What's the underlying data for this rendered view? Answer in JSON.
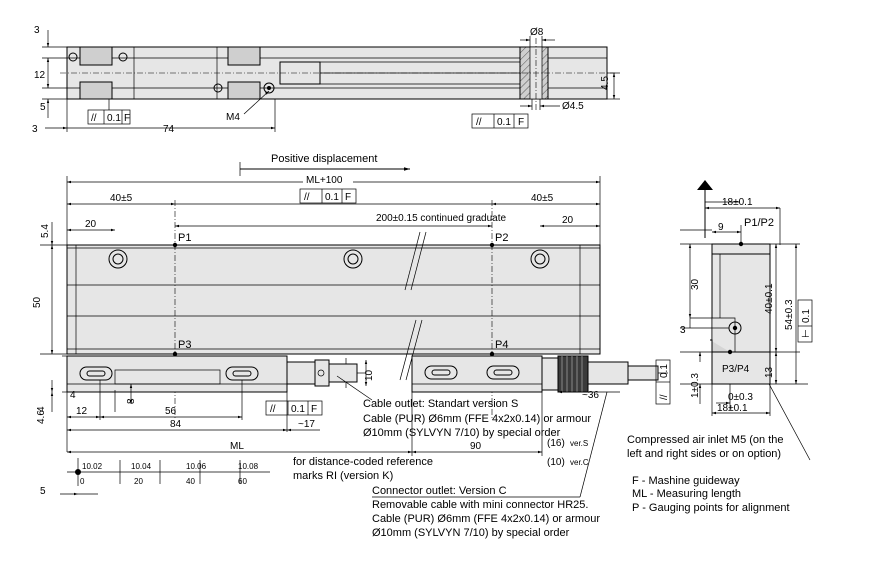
{
  "top_view": {
    "dims": {
      "d3": "3",
      "d12": "12",
      "d5": "5",
      "d3b": "3",
      "d74": "74",
      "m4": "M4",
      "d8": "Ø8",
      "d45": "Ø4.5",
      "h45": "4.5"
    },
    "tol_left": {
      "sym": "//",
      "val": "0.1",
      "ref": "F"
    },
    "tol_right": {
      "sym": "//",
      "val": "0.1",
      "ref": "F"
    }
  },
  "front_view": {
    "positive_displacement": "Positive displacement",
    "ml100": "ML+100",
    "d40a": "40±5",
    "d40b": "40±5",
    "tol_top": {
      "sym": "//",
      "val": "0.1",
      "ref": "F"
    },
    "d20a": "20",
    "d20b": "20",
    "grad": "200±0.15 continued graduate",
    "d54": "5.4",
    "d50": "50",
    "p1": "P1",
    "p2": "P2",
    "p3": "P3",
    "p4": "P4",
    "d10": "10",
    "d4": "4",
    "d46": "4.6",
    "d8": "8",
    "d12": "12",
    "d56": "56",
    "d84": "84",
    "tol_bot": {
      "sym": "//",
      "val": "0.1",
      "ref": "F"
    },
    "d17": "~17",
    "ml": "ML",
    "d90": "90",
    "d16": "(16)",
    "d16v": "ver.S",
    "d10b": "(10)",
    "d10v": "ver.C",
    "d36": "~36",
    "d5": "5",
    "ref_marks_top": [
      "10.02",
      "10.04",
      "10.06",
      "10.08"
    ],
    "ref_marks_bot": [
      "0",
      "20",
      "40",
      "60"
    ],
    "ref_note": [
      "for distance-coded reference",
      "marks RI (version K)"
    ]
  },
  "notes": {
    "cable_s": [
      "Cable outlet: Standart version  S",
      "Cable (PUR) Ø6mm (FFE 4x2x0.14) or armour",
      "Ø10mm (SYLVYN 7/10) by special order"
    ],
    "cable_c": [
      "Connector outlet: Version C",
      "Removable cable with mini connector HR25.",
      "Cable (PUR) Ø6mm (FFE 4x2x0.14) or armour",
      "Ø10mm (SYLVYN 7/10) by special order"
    ],
    "air": [
      "Compressed air inlet M5 (on the",
      "left and right sides or on option)"
    ],
    "legend": [
      "F - Mashine guideway",
      "ML - Measuring length",
      "P - Gauging points for alignment"
    ]
  },
  "side_view": {
    "d18a": "18±0.1",
    "d9": "9",
    "p12": "P1/P2",
    "d30": "30",
    "d40": "40±0.1",
    "d54": "54±0.3",
    "tol": {
      "sym": "⊥",
      "val": "0.1"
    },
    "d3": "3",
    "d13": "13",
    "p34": "P3/P4",
    "d1": "1±0.3",
    "d0": "0±0.3",
    "d18b": "18±0.1",
    "tol_side": {
      "sym": "//",
      "val": "0.1"
    }
  }
}
